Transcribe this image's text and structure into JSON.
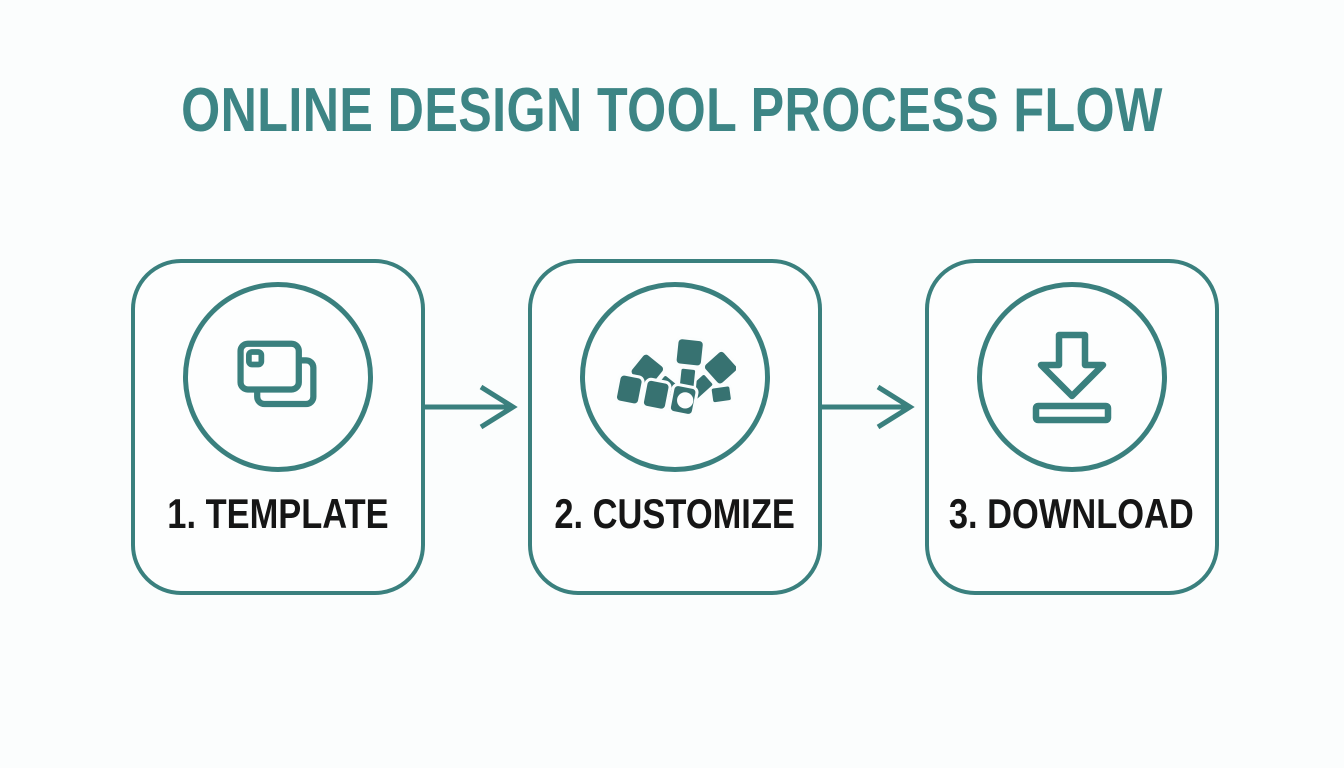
{
  "title": "ONLINE DESIGN TOOL PROCESS FLOW",
  "steps": [
    {
      "label": "1. TEMPLATE",
      "icon": "template-icon"
    },
    {
      "label": "2. CUSTOMIZE",
      "icon": "palette-fan-icon"
    },
    {
      "label": "3. DOWNLOAD",
      "icon": "download-icon"
    }
  ],
  "colors": {
    "page_bg": "#fbfdfd",
    "card_bg": "#fdfefe",
    "teal_title": "#3d8585",
    "teal_stroke": "#3a807e",
    "teal_fill": "#377271",
    "label_text": "#161616"
  }
}
